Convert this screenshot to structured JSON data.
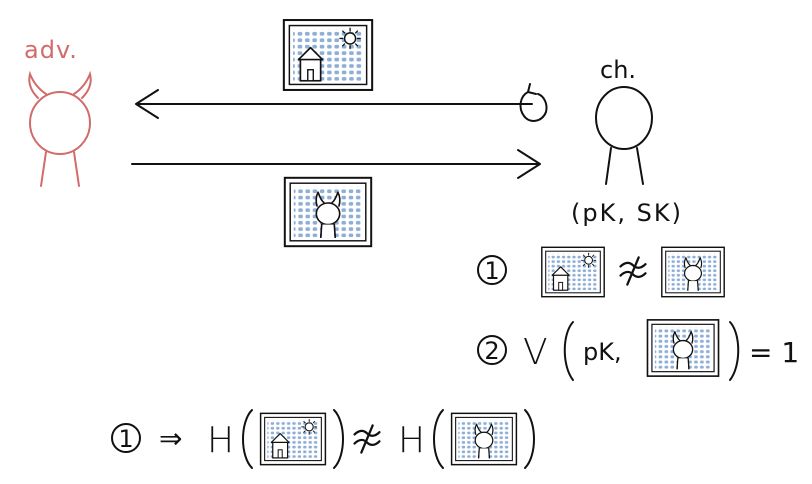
{
  "labels": {
    "adversary": "adv.",
    "challenger": "ch.",
    "keys": "(pK, SK)"
  },
  "conditions": {
    "item1_marker": "1",
    "item2_marker": "2",
    "verify_fn": "V",
    "verify_key": "pK,",
    "verify_result": "= 1"
  },
  "conclusion": {
    "marker": "1",
    "implies": "⇒",
    "hash_fn_left": "H",
    "hash_fn_right": "H"
  },
  "colors": {
    "adversary": "#d26b6b",
    "ink": "#111111",
    "tile": "#8eaed6",
    "frame_fill": "#ffffff"
  },
  "icons": {
    "house_image": "house-sun-image",
    "devil_image": "devil-face-image",
    "not_similar": "not-similar-icon",
    "rotate": "rotate-arrow-icon"
  }
}
